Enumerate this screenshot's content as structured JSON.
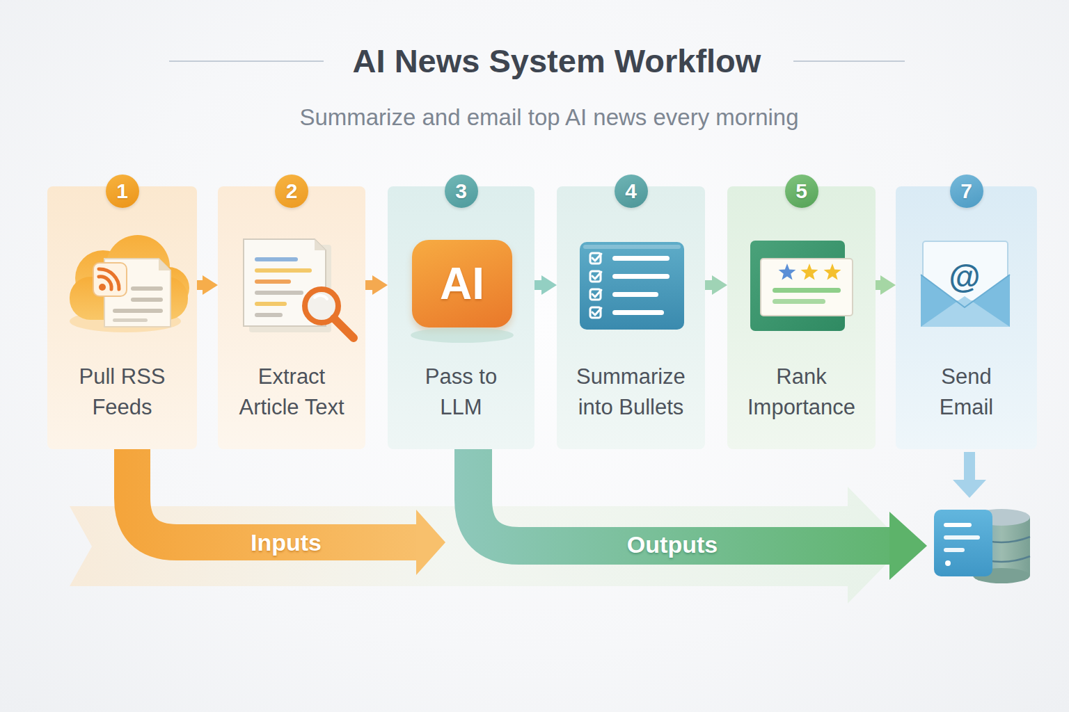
{
  "diagram": {
    "title": "AI News System Workflow",
    "caption": "Summarize and email top AI news every morning",
    "nodes": [
      {
        "text": [
          "Pull RSS Feeds"
        ]
      },
      {
        "text": [
          "1"
        ],
        "in": 0
      },
      {
        "text": [
          "Extract Article Text"
        ]
      },
      {
        "text": [
          "2"
        ],
        "in": 2
      },
      {
        "text": [
          "Pass to LLM"
        ]
      },
      {
        "text": [
          "3"
        ],
        "in": 4
      },
      {
        "text": [
          "AI"
        ],
        "in": 4
      },
      {
        "text": [
          "Summarize into Bullets"
        ]
      },
      {
        "text": [
          "4"
        ],
        "in": 7
      },
      {
        "text": [
          "Rank Importance"
        ]
      },
      {
        "text": [
          "5"
        ],
        "in": 9
      },
      {
        "text": [
          "Send Email"
        ]
      },
      {
        "text": [
          "7"
        ],
        "in": 11
      }
    ],
    "edges": [
      {
        "from": 0,
        "to": 2,
        "arrow": "to"
      },
      {
        "from": 2,
        "to": 4,
        "arrow": "to"
      },
      {
        "from": 4,
        "to": 7,
        "arrow": "to"
      },
      {
        "from": 7,
        "to": 9,
        "arrow": "to"
      },
      {
        "from": 9,
        "to": 11,
        "arrow": "to"
      }
    ],
    "labels": [
      "@",
      "Inputs",
      "Outputs"
    ]
  }
}
